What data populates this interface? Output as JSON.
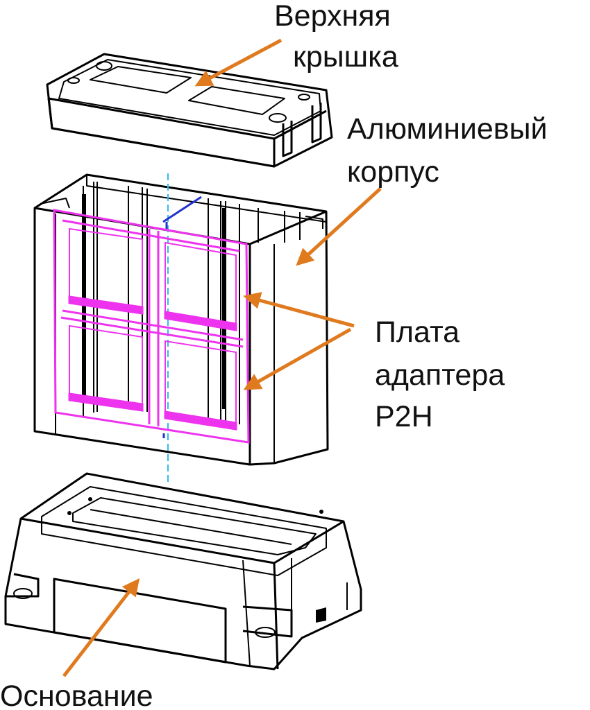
{
  "labels": {
    "top_cover": [
      "Верхняя",
      "крышка"
    ],
    "aluminum_housing": [
      "Алюминиевый",
      "корпус"
    ],
    "adapter_board": [
      "Плата",
      "адаптера",
      "P2H"
    ],
    "base": "Основание"
  },
  "colors": {
    "arrow": "#e07a1e",
    "outline": "#000000",
    "board": "#ee33ee",
    "axis": "#33bbee",
    "connector": "#2233cc",
    "fill": "#ffffff"
  }
}
